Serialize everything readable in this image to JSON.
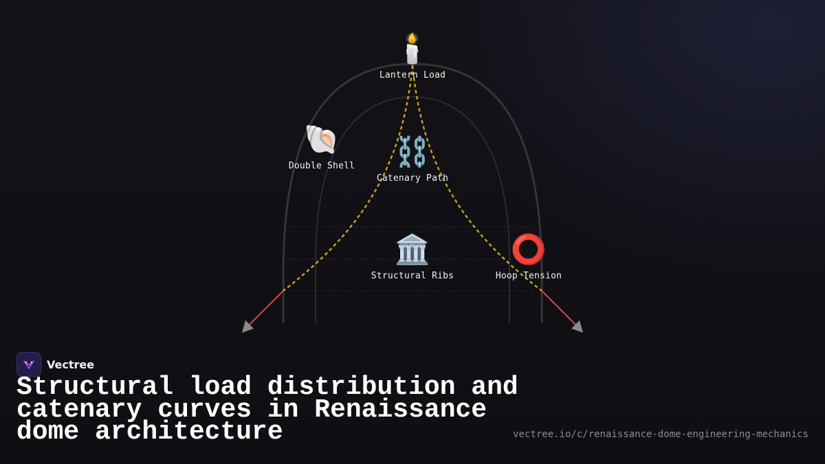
{
  "brand": {
    "name": "Vectree"
  },
  "title": "Structural load distribution and catenary curves in Renaissance dome architecture",
  "url": "vectree.io/c/renaissance-dome-engineering-mechanics",
  "diagram": {
    "nodes": [
      {
        "id": "lantern",
        "label": "Lantern Load",
        "icon": "candle-icon",
        "glyph": "🕯️"
      },
      {
        "id": "catenary",
        "label": "Catenary Path",
        "icon": "chains-icon",
        "glyph": "⛓️"
      },
      {
        "id": "shell",
        "label": "Double Shell",
        "icon": "shell-icon",
        "glyph": "🐚"
      },
      {
        "id": "ribs",
        "label": "Structural Ribs",
        "icon": "classical-building-icon",
        "glyph": "🏛️"
      },
      {
        "id": "hoop",
        "label": "Hoop Tension",
        "icon": "hollow-red-circle-icon",
        "glyph": "⭕"
      }
    ],
    "colors": {
      "dome_outline": "#333333",
      "catenary": "#c9a227",
      "thrust_arrow": "#e0424a",
      "arrowhead": "#8a8a8a",
      "guide_lines": "#2a2a30",
      "brand_accent": "#a855f7"
    }
  }
}
